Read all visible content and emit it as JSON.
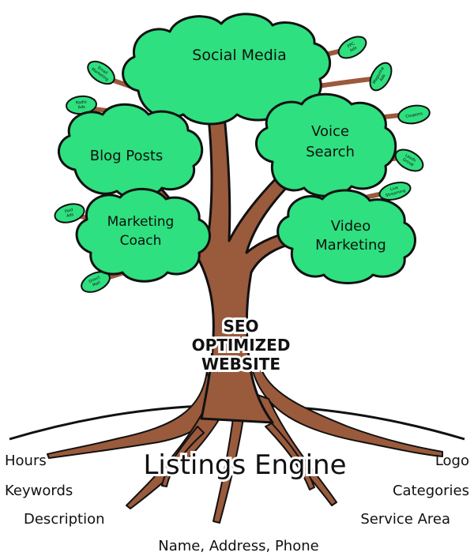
{
  "canopy": {
    "social_media": "Social Media",
    "blog_posts": "Blog Posts",
    "voice_search": [
      "Voice",
      "Search"
    ],
    "marketing_coach": [
      "Marketing",
      "Coach"
    ],
    "video_marketing": [
      "Video",
      "Marketing"
    ]
  },
  "small_leaves": {
    "email_marketing": [
      "Email",
      "Marketing"
    ],
    "radio_ads": [
      "Radio",
      "Ads"
    ],
    "ppc_ads": [
      "PPC",
      "Ads"
    ],
    "magazine_ads": [
      "Magazine",
      "Ads"
    ],
    "coupons": [
      "Coupons"
    ],
    "leads_group": [
      "Leads",
      "Group"
    ],
    "live_streaming": [
      "Live",
      "Streaming"
    ],
    "paid_ads": [
      "Paid",
      "Ads"
    ],
    "direct_mail": [
      "Direct",
      "Mail"
    ]
  },
  "trunk": [
    "SEO",
    "OPTIMIZED",
    "WEBSITE"
  ],
  "roots": {
    "engine": "Listings Engine",
    "hours": "Hours",
    "keywords": "Keywords",
    "description": "Description",
    "logo": "Logo",
    "categories": "Categories",
    "service_area": "Service Area",
    "nap": "Name, Address, Phone"
  },
  "colors": {
    "leaf_green": "#2ee07f",
    "leaf_dark": "#1fbf66",
    "trunk_brown": "#9a5a3c",
    "outline": "#111111"
  }
}
